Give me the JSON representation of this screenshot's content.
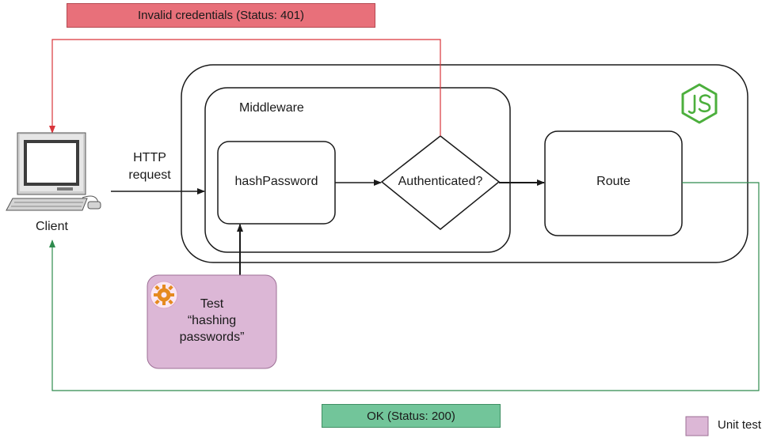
{
  "banners": {
    "error": "Invalid credentials (Status: 401)",
    "ok": "OK (Status: 200)"
  },
  "nodes": {
    "client": "Client",
    "http_request_line1": "HTTP",
    "http_request_line2": "request",
    "middleware": "Middleware",
    "hash_password": "hashPassword",
    "authenticated": "Authenticated?",
    "route": "Route",
    "test_line1": "Test",
    "test_line2": "“hashing",
    "test_line3": "passwords”"
  },
  "legend": {
    "unit_test": "Unit test"
  },
  "colors": {
    "error_fill": "#e8707a",
    "ok_fill": "#72c59a",
    "test_fill": "#dcb7d6",
    "error_arrow": "#d9353b",
    "ok_arrow": "#2e8b4e",
    "node_green": "#4caf3d"
  },
  "icons": [
    "computer-icon",
    "gear-icon",
    "nodejs-icon"
  ]
}
